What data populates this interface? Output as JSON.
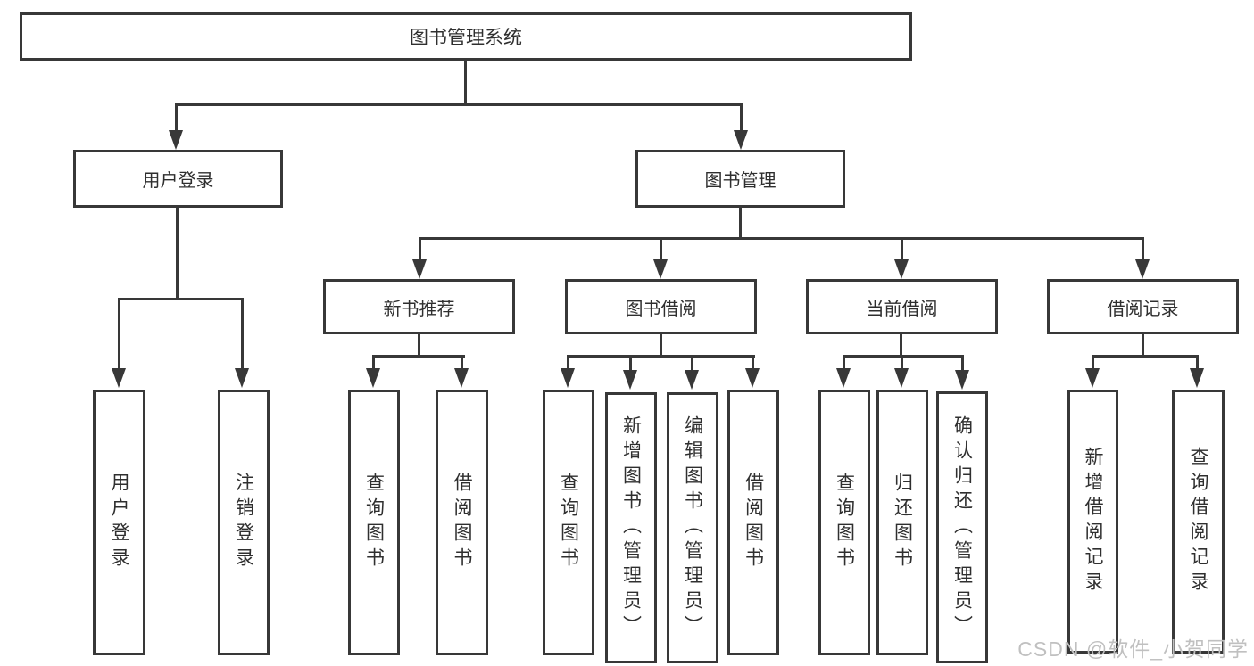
{
  "colors": {
    "line": "#383838",
    "text": "#2f2f2f",
    "box_background": "#ffffff",
    "watermark": "#c0c0c0"
  },
  "watermark": {
    "text": "CSDN @软件_小贺同学"
  },
  "diagram": {
    "type": "hierarchy-tree",
    "root": {
      "label": "图书管理系统"
    },
    "branches": [
      {
        "label": "用户登录",
        "leaves": [
          {
            "label": "用户登录"
          },
          {
            "label": "注销登录"
          }
        ]
      },
      {
        "label": "图书管理",
        "groups": [
          {
            "label": "新书推荐",
            "leaves": [
              {
                "label": "查询图书"
              },
              {
                "label": "借阅图书"
              }
            ]
          },
          {
            "label": "图书借阅",
            "leaves": [
              {
                "label": "查询图书"
              },
              {
                "label": "新增图书（管理员）"
              },
              {
                "label": "编辑图书（管理员）"
              },
              {
                "label": "借阅图书"
              }
            ]
          },
          {
            "label": "当前借阅",
            "leaves": [
              {
                "label": "查询图书"
              },
              {
                "label": "归还图书"
              },
              {
                "label": "确认归还（管理员）"
              }
            ]
          },
          {
            "label": "借阅记录",
            "leaves": [
              {
                "label": "新增借阅记录"
              },
              {
                "label": "查询借阅记录"
              }
            ]
          }
        ]
      }
    ]
  }
}
